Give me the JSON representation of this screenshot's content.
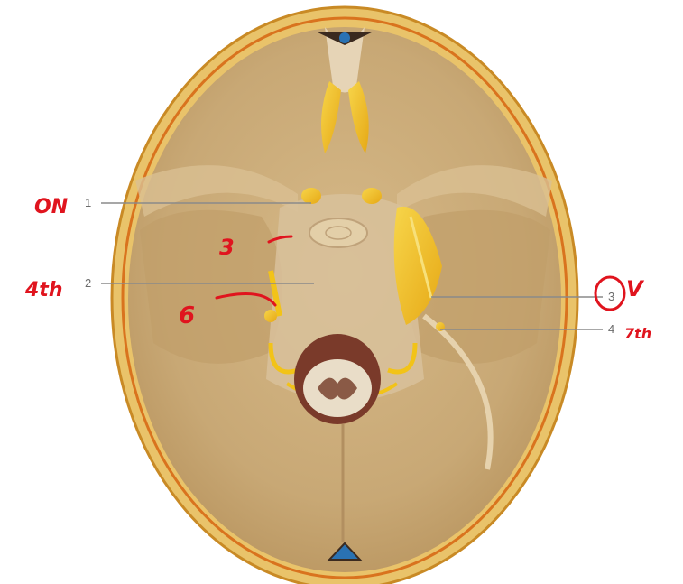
{
  "figure": {
    "left_labels": [
      {
        "number": "1",
        "annotation": "ON"
      },
      {
        "number": "2",
        "annotation": "4th"
      }
    ],
    "right_labels": [
      {
        "number": "3",
        "annotation": "V"
      },
      {
        "number": "4",
        "annotation": "7th"
      }
    ],
    "inner_annotations": [
      "3",
      "6"
    ]
  },
  "colors": {
    "bone": "#c6a776",
    "nerve": "#f2c318",
    "dura": "#e0a020",
    "ink": "#e0141e",
    "leader": "#8a8a8a"
  }
}
